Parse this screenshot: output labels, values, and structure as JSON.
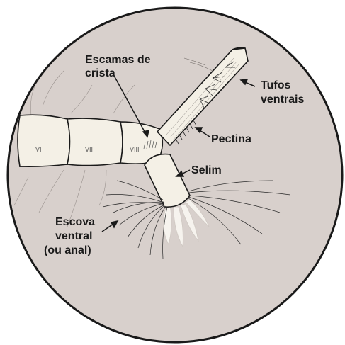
{
  "segments": [
    "VI",
    "VII",
    "VIII"
  ],
  "labels": {
    "escamas_line1": "Escamas de",
    "escamas_line2": "crista",
    "tufos_line1": "Tufos",
    "tufos_line2": "ventrais",
    "pectina": "Pectina",
    "selim": "Selim",
    "escova_line1": "Escova",
    "escova_line2": "ventral",
    "escova_line3": "(ou anal)"
  },
  "colors": {
    "disc": "#d8d0cc",
    "body": "#f4f0e6",
    "outline": "#1a1a1a"
  }
}
